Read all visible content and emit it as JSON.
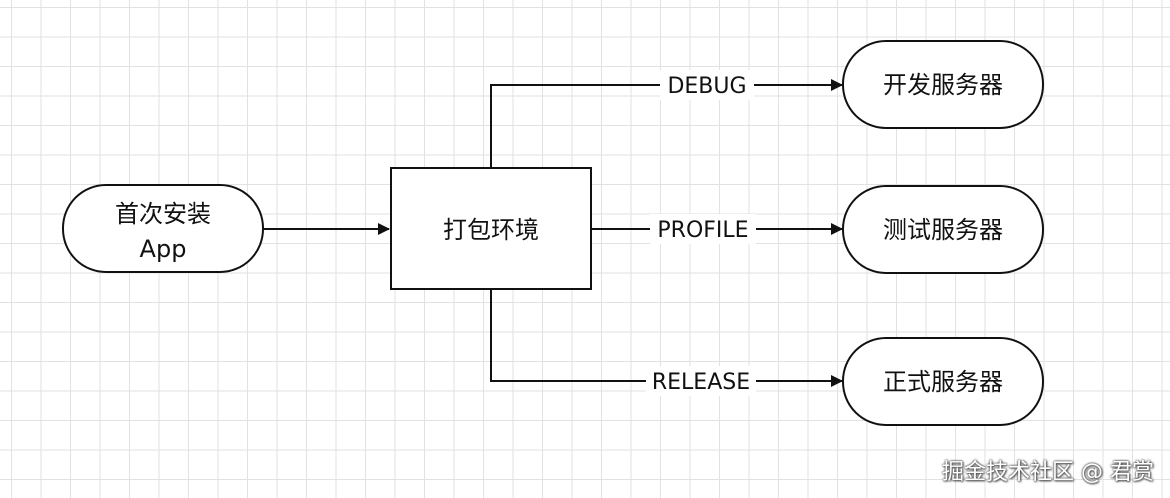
{
  "nodes": {
    "start": {
      "label_line1": "首次安装",
      "label_line2": "App"
    },
    "package_env": {
      "label": "打包环境"
    },
    "dev_server": {
      "label": "开发服务器"
    },
    "test_server": {
      "label": "测试服务器"
    },
    "prod_server": {
      "label": "正式服务器"
    }
  },
  "edges": {
    "debug": {
      "label": "DEBUG"
    },
    "profile": {
      "label": "PROFILE"
    },
    "release": {
      "label": "RELEASE"
    }
  },
  "watermark": "掘金技术社区 @ 君赏"
}
